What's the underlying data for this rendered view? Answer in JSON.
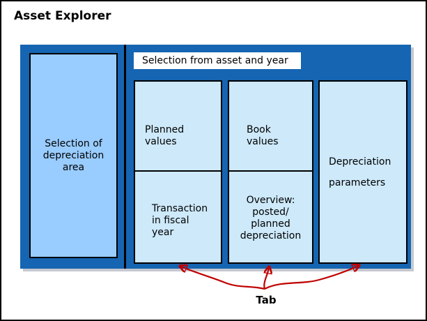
{
  "title": "Asset Explorer",
  "diagram": {
    "left_panel": {
      "label": "Selection of\ndepreciation\narea"
    },
    "header_bar": {
      "label": "Selection from asset and year"
    },
    "tabs": [
      {
        "id": "planned-values",
        "label": "Planned\nvalues"
      },
      {
        "id": "book-values",
        "label": "Book\nvalues"
      },
      {
        "id": "transaction-fiscal-year",
        "label": "Transaction\nin fiscal\nyear"
      },
      {
        "id": "overview-depreciation",
        "label": "Overview:\nposted/\nplanned\ndepreciation"
      },
      {
        "id": "depreciation-parameters",
        "label": "Depreciation\nparameters"
      }
    ]
  },
  "annotation": {
    "label": "Tab"
  },
  "colors": {
    "window_blue": "#1565b2",
    "panel_blue": "#99ccff",
    "tab_blue": "#cde9fa",
    "arrow_red": "#c00000",
    "shadow_gray": "#c6c9d0"
  }
}
